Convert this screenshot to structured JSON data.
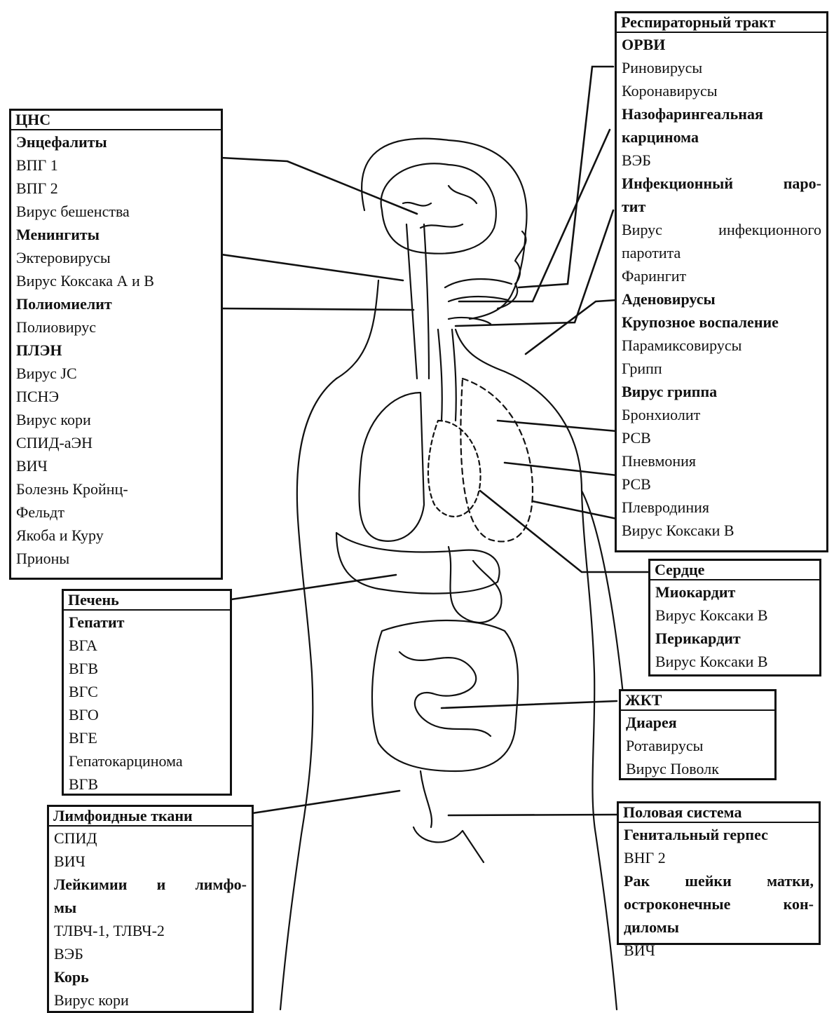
{
  "panels": {
    "cns": {
      "title": "ЦНС",
      "lines": [
        {
          "text": "Энцефалиты",
          "bold": true
        },
        {
          "text": "ВПГ 1"
        },
        {
          "text": "ВПГ 2"
        },
        {
          "text": "Вирус бешенства"
        },
        {
          "text": "Менингиты",
          "bold": true
        },
        {
          "text": "Эктеровирусы"
        },
        {
          "text": "Вирус Коксака А и В"
        },
        {
          "text": "Полиомиелит",
          "bold": true
        },
        {
          "text": "Полиовирус"
        },
        {
          "text": "ПЛЭН",
          "bold": true
        },
        {
          "text": "Вирус JC"
        },
        {
          "text": "ПСНЭ"
        },
        {
          "text": "Вирус кори"
        },
        {
          "text": "СПИД-аЭН"
        },
        {
          "text": "ВИЧ"
        },
        {
          "text": "Болезнь Кройнц-"
        },
        {
          "text": "Фельдт"
        },
        {
          "text": "Якоба и Куру"
        },
        {
          "text": "Прионы"
        }
      ]
    },
    "liver": {
      "title": "Печень",
      "lines": [
        {
          "text": "Гепатит",
          "bold": true
        },
        {
          "text": "ВГА"
        },
        {
          "text": "ВГВ"
        },
        {
          "text": "ВГС"
        },
        {
          "text": "ВГО"
        },
        {
          "text": "ВГЕ"
        },
        {
          "text": "Гепатокарцинома"
        },
        {
          "text": "ВГВ"
        }
      ]
    },
    "lymph": {
      "title": "Лимфоидные ткани",
      "lines": [
        {
          "text": "СПИД"
        },
        {
          "text": "ВИЧ"
        },
        {
          "text": "Лейкимии и лимфо-",
          "bold": true,
          "justify": true
        },
        {
          "text": "мы",
          "bold": true
        },
        {
          "text": "ТЛВЧ-1, ТЛВЧ-2"
        },
        {
          "text": "ВЭБ"
        },
        {
          "text": "Корь",
          "bold": true
        },
        {
          "text": "Вирус кори"
        }
      ]
    },
    "resp": {
      "title": "Респираторный тракт",
      "lines": [
        {
          "text": "ОРВИ",
          "bold": true
        },
        {
          "text": "Риновирусы"
        },
        {
          "text": "Коронавирусы"
        },
        {
          "text": "Назофарингеальная",
          "bold": true
        },
        {
          "text": "карцинома",
          "bold": true
        },
        {
          "text": "ВЭБ"
        },
        {
          "text": "Инфекционный паро-",
          "bold": true,
          "justify": true
        },
        {
          "text": "тит",
          "bold": true
        },
        {
          "text": "Вирус инфекционного",
          "justify": true
        },
        {
          "text": "паротита"
        },
        {
          "text": "Фарингит"
        },
        {
          "text": "Аденовирусы",
          "bold": true
        },
        {
          "text": "Крупозное воспаление",
          "bold": true
        },
        {
          "text": "Парамиксовирусы"
        },
        {
          "text": "Грипп"
        },
        {
          "text": "Вирус гриппа",
          "bold": true
        },
        {
          "text": "Бронхиолит"
        },
        {
          "text": "РСВ"
        },
        {
          "text": "Пневмония"
        },
        {
          "text": "РСВ"
        },
        {
          "text": "Плевродиния"
        },
        {
          "text": "Вирус Коксаки В"
        }
      ]
    },
    "heart": {
      "title": "Сердце",
      "lines": [
        {
          "text": "Миокардит",
          "bold": true
        },
        {
          "text": "Вирус Коксаки В"
        },
        {
          "text": "Перикардит",
          "bold": true
        },
        {
          "text": "Вирус Коксаки В"
        }
      ]
    },
    "git": {
      "title": "ЖКТ",
      "lines": [
        {
          "text": "Диарея",
          "bold": true
        },
        {
          "text": "Ротавирусы"
        },
        {
          "text": "Вирус Поволк"
        }
      ]
    },
    "genital": {
      "title": "Половая система",
      "lines": [
        {
          "text": "Генитальный герпес",
          "bold": true
        },
        {
          "text": "ВНГ 2"
        },
        {
          "text": "Рак шейки матки,",
          "bold": true,
          "justify": true
        },
        {
          "text": "остроконечные кон-",
          "bold": true,
          "justify": true
        },
        {
          "text": "диломы",
          "bold": true
        },
        {
          "text": "ВИЧ"
        }
      ]
    }
  }
}
